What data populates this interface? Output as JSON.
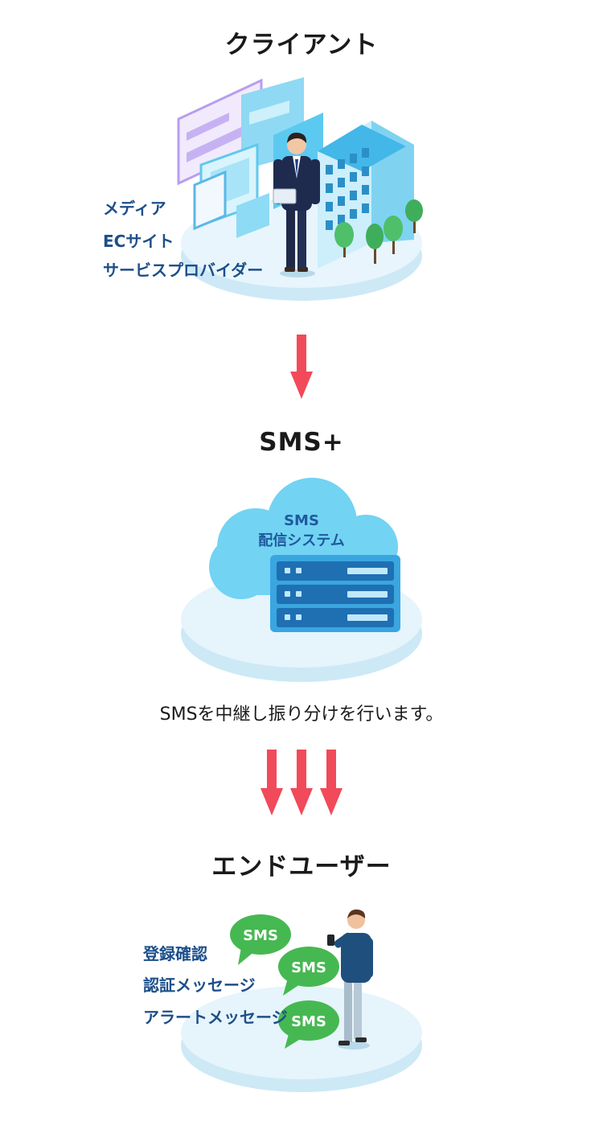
{
  "client": {
    "title": "クライアント",
    "labels": [
      "メディア",
      "ECサイト",
      "サービスプロバイダー"
    ]
  },
  "platform": {
    "title": "SMS+",
    "system_label_1": "SMS",
    "system_label_2": "配信システム",
    "caption": "SMSを中継し振り分けを行います。"
  },
  "end_user": {
    "title": "エンドユーザー",
    "labels": [
      "登録確認",
      "認証メッセージ",
      "アラートメッセージ"
    ],
    "bubble_text": "SMS"
  },
  "colors": {
    "arrow": "#f14a5a",
    "bubble": "#46b851",
    "label": "#1d4f8a",
    "platform_base": "#e6f4fb",
    "cloud": "#72d3f3"
  }
}
